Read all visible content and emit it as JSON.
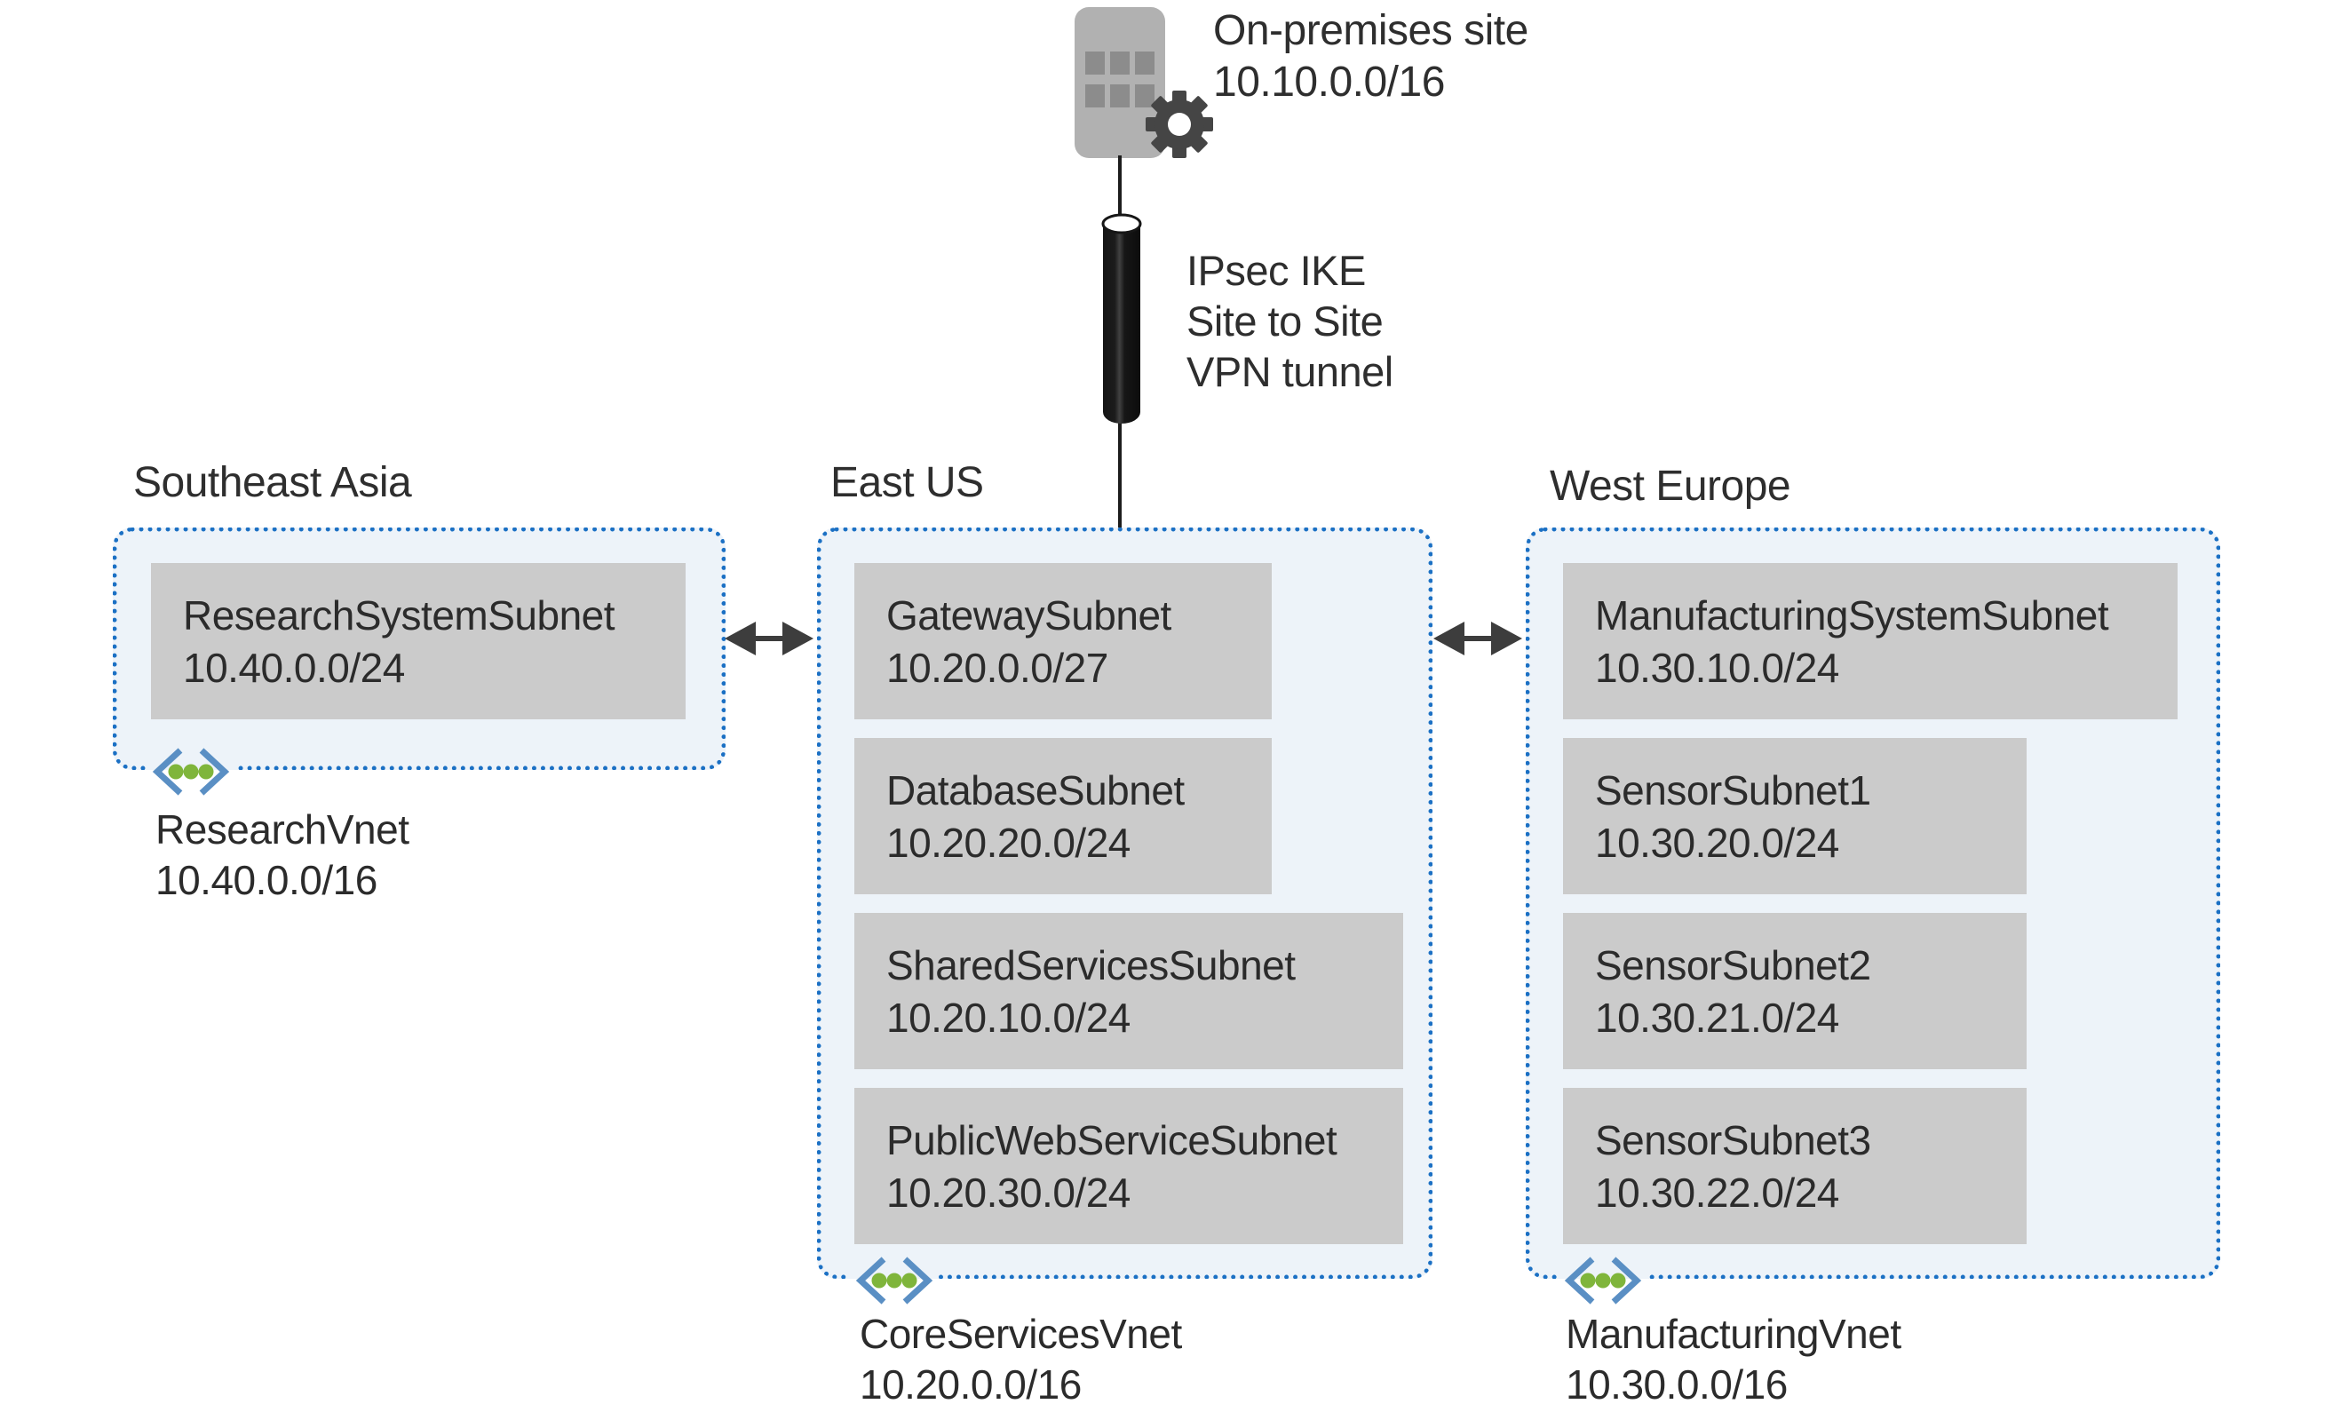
{
  "onprem": {
    "label": "On-premises site",
    "cidr": "10.10.0.0/16"
  },
  "vpn": {
    "line1": "IPsec IKE",
    "line2": "Site to Site",
    "line3": "VPN tunnel"
  },
  "regions": [
    {
      "name": "Southeast Asia",
      "vnet": {
        "name": "ResearchVnet",
        "cidr": "10.40.0.0/16"
      },
      "subnets": [
        {
          "name": "ResearchSystemSubnet",
          "cidr": "10.40.0.0/24"
        }
      ]
    },
    {
      "name": "East US",
      "vnet": {
        "name": "CoreServicesVnet",
        "cidr": "10.20.0.0/16"
      },
      "subnets": [
        {
          "name": "GatewaySubnet",
          "cidr": "10.20.0.0/27"
        },
        {
          "name": "DatabaseSubnet",
          "cidr": "10.20.20.0/24"
        },
        {
          "name": "SharedServicesSubnet",
          "cidr": "10.20.10.0/24"
        },
        {
          "name": "PublicWebServiceSubnet",
          "cidr": "10.20.30.0/24"
        }
      ]
    },
    {
      "name": "West Europe",
      "vnet": {
        "name": "ManufacturingVnet",
        "cidr": "10.30.0.0/16"
      },
      "subnets": [
        {
          "name": "ManufacturingSystemSubnet",
          "cidr": "10.30.10.0/24"
        },
        {
          "name": "SensorSubnet1",
          "cidr": "10.30.20.0/24"
        },
        {
          "name": "SensorSubnet2",
          "cidr": "10.30.21.0/24"
        },
        {
          "name": "SensorSubnet3",
          "cidr": "10.30.22.0/24"
        }
      ]
    }
  ],
  "icons": {
    "building": "building-icon",
    "gear": "gear-icon",
    "cylinder": "vpn-tunnel-icon",
    "vnet": "virtual-network-icon",
    "arrow": "bidirectional-arrow-icon"
  },
  "colors": {
    "border_blue": "#1b70c4",
    "region_fill": "#edf3f9",
    "subnet_gray": "#cbcbcb",
    "building_gray": "#b1b1b1",
    "window_gray": "#8c8c8c",
    "gear_gray": "#454545",
    "arrow_gray": "#3d3d3d",
    "vnet_bracket_blue": "#5a8fc4",
    "vnet_dot_green": "#7fb53b",
    "text": "#2b2b2b"
  }
}
